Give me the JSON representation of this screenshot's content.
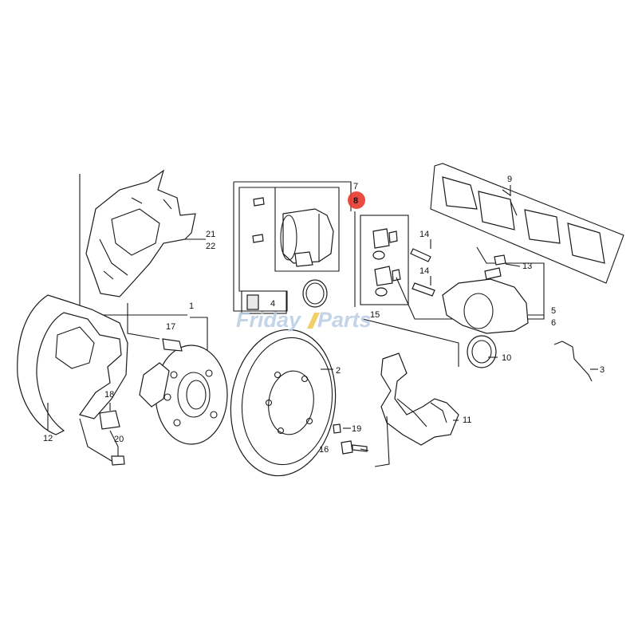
{
  "diagram": {
    "callouts": [
      {
        "id": "c1",
        "text": "1"
      },
      {
        "id": "c2",
        "text": "2"
      },
      {
        "id": "c3",
        "text": "3"
      },
      {
        "id": "c4",
        "text": "4"
      },
      {
        "id": "c5",
        "text": "5"
      },
      {
        "id": "c6",
        "text": "6"
      },
      {
        "id": "c7",
        "text": "7"
      },
      {
        "id": "c8",
        "text": "8",
        "highlighted": true
      },
      {
        "id": "c9",
        "text": "9"
      },
      {
        "id": "c10",
        "text": "10"
      },
      {
        "id": "c11",
        "text": "11"
      },
      {
        "id": "c12",
        "text": "12"
      },
      {
        "id": "c13",
        "text": "13"
      },
      {
        "id": "c14a",
        "text": "14"
      },
      {
        "id": "c14b",
        "text": "14"
      },
      {
        "id": "c15",
        "text": "15"
      },
      {
        "id": "c16",
        "text": "16"
      },
      {
        "id": "c17",
        "text": "17"
      },
      {
        "id": "c18",
        "text": "18"
      },
      {
        "id": "c19",
        "text": "19"
      },
      {
        "id": "c20",
        "text": "20"
      },
      {
        "id": "c21",
        "text": "21"
      },
      {
        "id": "c22",
        "text": "22"
      }
    ],
    "highlight_color": "#e8382f"
  },
  "watermark": {
    "text_part1": "Friday",
    "text_part2": "Parts",
    "color_main": "#b9cde6",
    "color_accent": "#f0c850"
  }
}
